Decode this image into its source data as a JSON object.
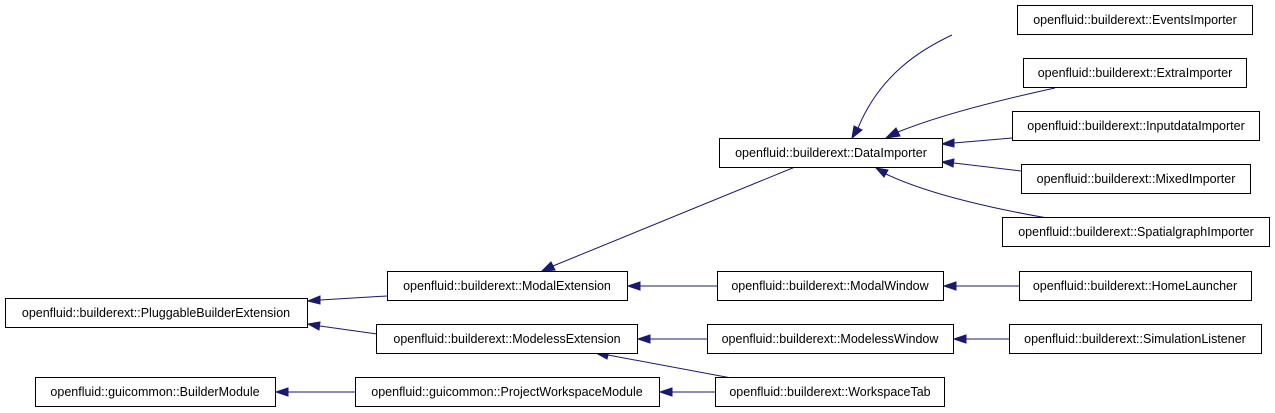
{
  "diagram": {
    "edge_color": "#191970",
    "nodes": {
      "events_importer": "openfluid::builderext::EventsImporter",
      "extra_importer": "openfluid::builderext::ExtraImporter",
      "inputdata_importer": "openfluid::builderext::InputdataImporter",
      "data_importer": "openfluid::builderext::DataImporter",
      "mixed_importer": "openfluid::builderext::MixedImporter",
      "spatialgraph_importer": "openfluid::builderext::SpatialgraphImporter",
      "modal_extension": "openfluid::builderext::ModalExtension",
      "modal_window": "openfluid::builderext::ModalWindow",
      "home_launcher": "openfluid::builderext::HomeLauncher",
      "pluggable_builder_extension": "openfluid::builderext::PluggableBuilderExtension",
      "modeless_extension": "openfluid::builderext::ModelessExtension",
      "modeless_window": "openfluid::builderext::ModelessWindow",
      "simulation_listener": "openfluid::builderext::SimulationListener",
      "builder_module": "openfluid::guicommon::BuilderModule",
      "project_workspace_module": "openfluid::guicommon::ProjectWorkspaceModule",
      "workspace_tab": "openfluid::builderext::WorkspaceTab"
    }
  }
}
